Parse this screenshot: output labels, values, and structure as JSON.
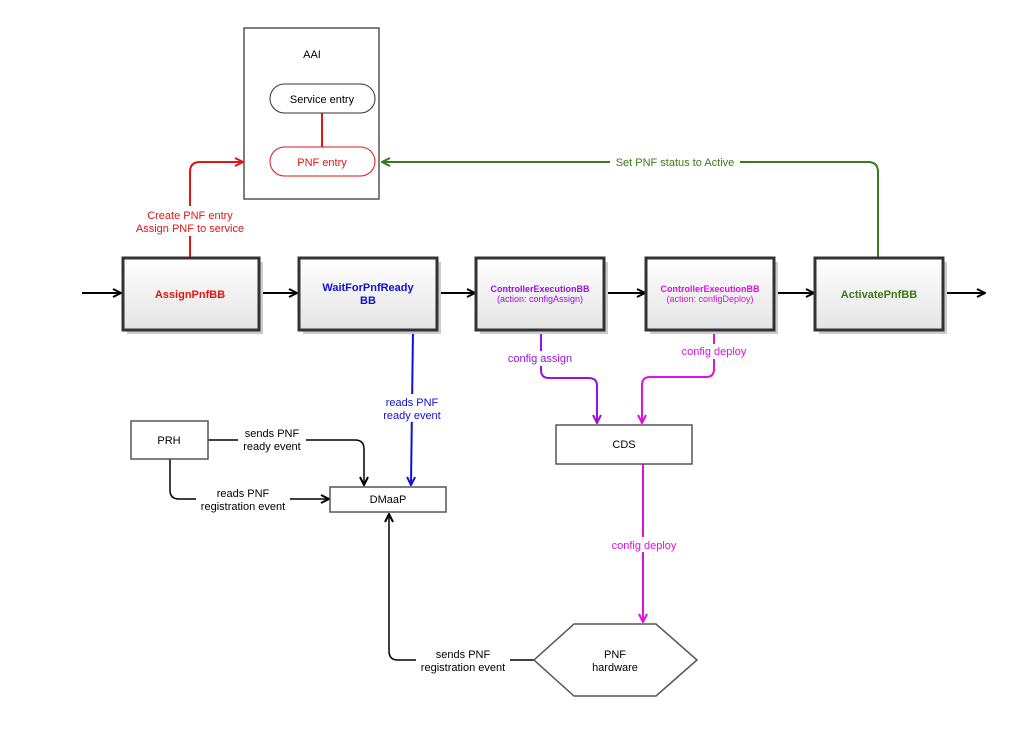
{
  "colors": {
    "black": "#000000",
    "red": "#e31414",
    "blue": "#1010d0",
    "purple": "#9a10e0",
    "magenta": "#e010e0",
    "green": "#3a7a18"
  },
  "aai": {
    "title": "AAI",
    "service_entry": "Service entry",
    "pnf_entry": "PNF entry"
  },
  "blocks": {
    "assign": "AssignPnfBB",
    "wait_line1": "WaitForPnfReady",
    "wait_line2": "BB",
    "ctrl_assign_title": "ControllerExecutionBB",
    "ctrl_assign_action": "(action: configAssign)",
    "ctrl_deploy_title": "ControllerExecutionBB",
    "ctrl_deploy_action": "(action: configDeploy)",
    "activate": "ActivatePnfBB"
  },
  "nodes": {
    "prh": "PRH",
    "dmaap": "DMaaP",
    "cds": "CDS",
    "pnf_hw_line1": "PNF",
    "pnf_hw_line2": "hardware"
  },
  "edges": {
    "create_line1": "Create PNF entry",
    "create_line2": "Assign PNF to service",
    "set_status": "Set PNF status to Active",
    "reads_ready_line1": "reads PNF",
    "reads_ready_line2": "ready event",
    "config_assign": "config assign",
    "config_deploy_top": "config deploy",
    "config_deploy_bottom": "config deploy",
    "prh_sends_line1": "sends PNF",
    "prh_sends_line2": "ready event",
    "prh_reads_line1": "reads PNF",
    "prh_reads_line2": "registration event",
    "hw_sends_line1": "sends PNF",
    "hw_sends_line2": "registration event"
  }
}
